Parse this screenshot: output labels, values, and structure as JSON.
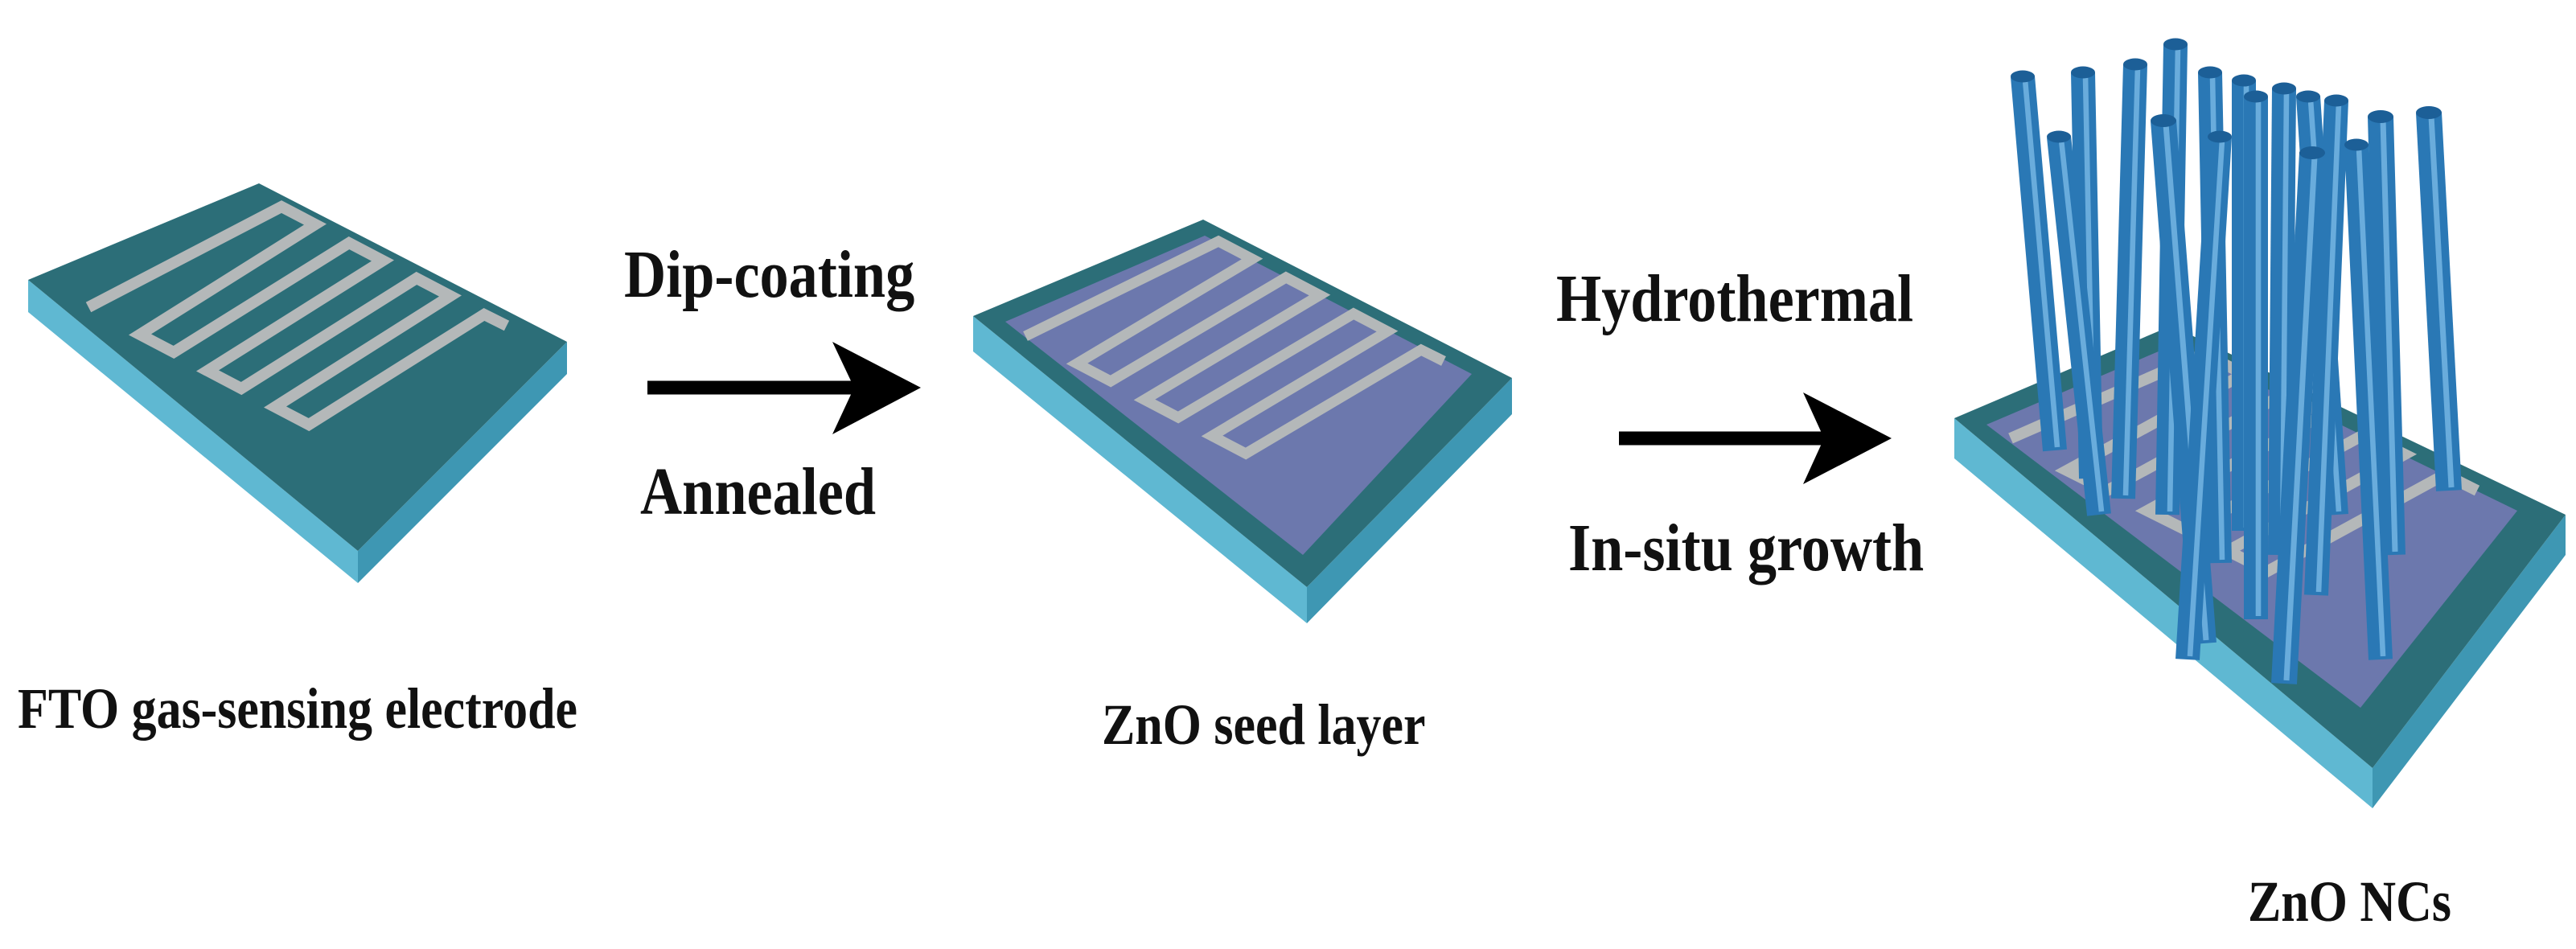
{
  "stages": [
    {
      "label": "FTO gas-sensing electrode"
    },
    {
      "label": "ZnO seed layer"
    },
    {
      "label": "ZnO NCs"
    }
  ],
  "steps": [
    {
      "top_label": "Dip-coating",
      "bottom_label": "Annealed"
    },
    {
      "top_label": "Hydrothermal",
      "bottom_label": "In-situ growth"
    }
  ],
  "colors": {
    "substrate_top": "#2c6e78",
    "substrate_front": "#5fb8d2",
    "substrate_side": "#3e97b3",
    "electrode": "#b4b8b9",
    "seed_layer": "#6c78ad",
    "nanorod": "#2a78b5",
    "nanorod_highlight": "#79b9e6",
    "arrow": "#000000"
  }
}
